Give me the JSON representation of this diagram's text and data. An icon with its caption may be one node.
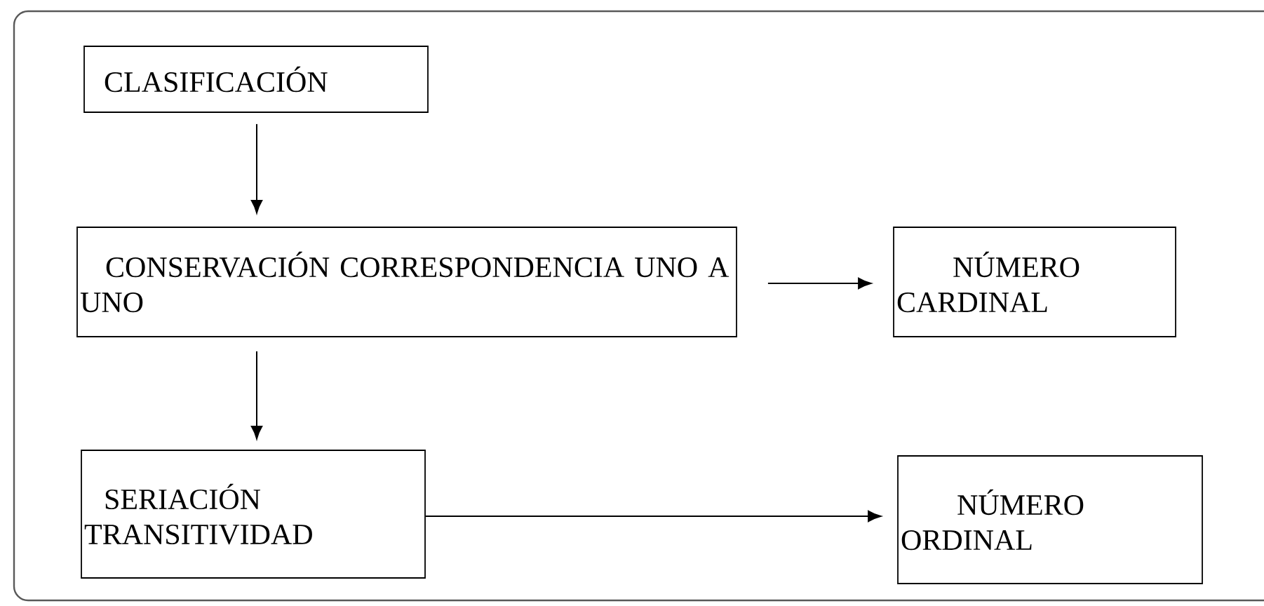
{
  "diagram": {
    "nodes": [
      {
        "text": [
          "CLASIFICACIÓN"
        ]
      },
      {
        "text": [
          "CONSERVACIÓN CORRESPONDENCIA UNO A UNO"
        ]
      },
      {
        "text": [
          "NÚMERO CARDINAL"
        ]
      },
      {
        "text": [
          "SERIACIÓN TRANSITIVIDAD"
        ]
      },
      {
        "text": [
          "NÚMERO ORDINAL"
        ]
      }
    ],
    "edges": [
      {
        "from": 0,
        "to": 1,
        "arrow": "to"
      },
      {
        "from": 1,
        "to": 2,
        "arrow": "to"
      },
      {
        "from": 1,
        "to": 3,
        "arrow": "to"
      },
      {
        "from": 3,
        "to": 4,
        "arrow": "to"
      }
    ]
  }
}
